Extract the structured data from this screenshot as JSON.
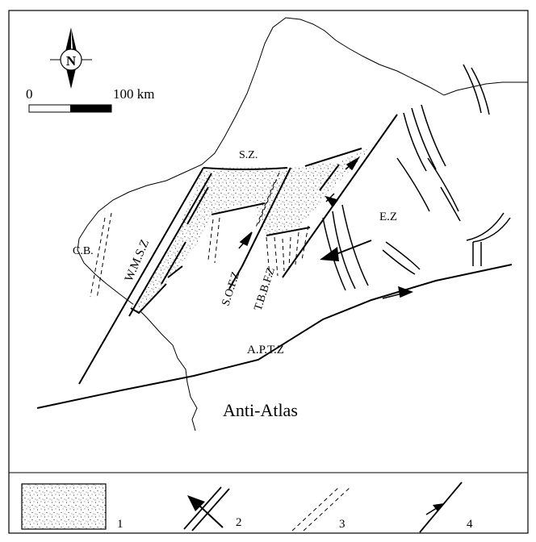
{
  "scale_bar": {
    "start_label": "0",
    "end_label": "100 km"
  },
  "north_arrow": {
    "label": "N",
    "icon": "north-arrow-icon"
  },
  "regions": {
    "sz": "S.Z.",
    "ez": "E.Z",
    "cb": "C.B.",
    "wmsz": "W.M.S.Z",
    "sofz": "S.O.F.Z",
    "tbbfz": "T.B.B.F.Z",
    "aptz": "A.P.T.Z",
    "anti_atlas": "Anti-Atlas"
  },
  "legend": [
    {
      "number": "1",
      "icon": "stipple-pattern-icon"
    },
    {
      "number": "2",
      "icon": "shortening-direction-icon"
    },
    {
      "number": "3",
      "icon": "dashed-lines-icon"
    },
    {
      "number": "4",
      "icon": "strike-slip-fault-icon"
    }
  ],
  "colors": {
    "ink": "#000000",
    "paper": "#ffffff"
  }
}
